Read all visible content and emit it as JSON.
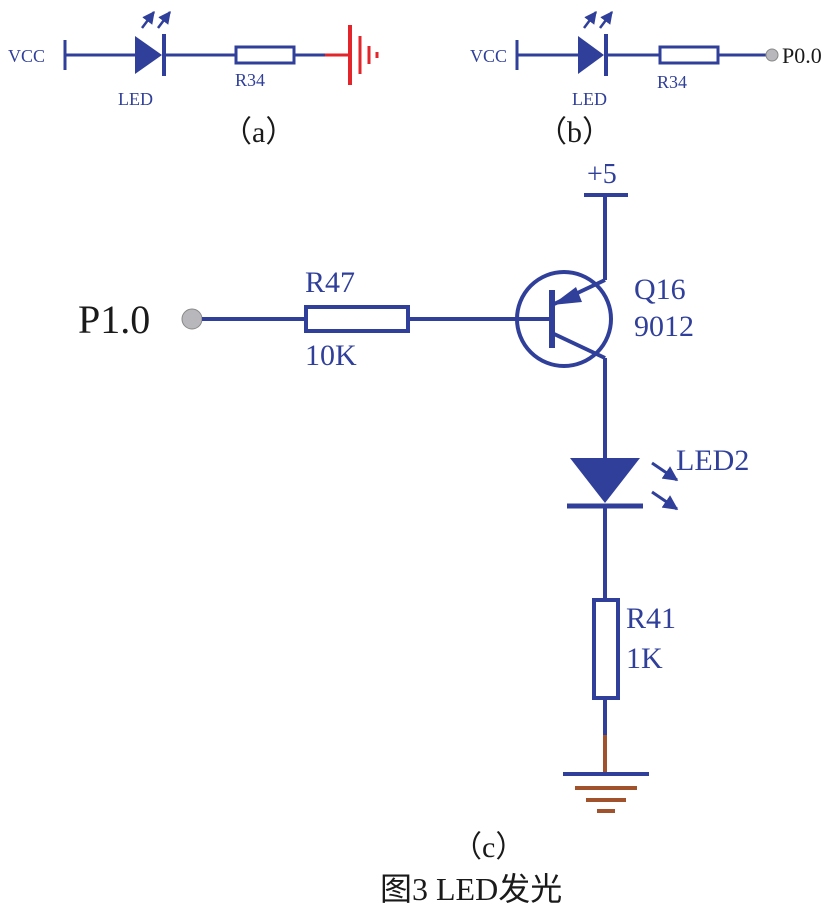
{
  "figure": {
    "caption": "图3 LED发光",
    "colors": {
      "wire": "#2f3f9a",
      "ground_red": "#e2252b",
      "ground_brown": "#a0522d",
      "pad": "#b8b8bc",
      "caption": "#1a1a1a"
    }
  },
  "circuit_a": {
    "vcc_label": "VCC",
    "led_label": "LED",
    "resistor_label": "R34",
    "sublabel": "（a）"
  },
  "circuit_b": {
    "vcc_label": "VCC",
    "led_label": "LED",
    "resistor_label": "R34",
    "port_label": "P0.0",
    "sublabel": "（b）"
  },
  "circuit_c": {
    "supply_label": "+5",
    "input_port_label": "P1.0",
    "base_resistor": {
      "name": "R47",
      "value": "10K"
    },
    "transistor": {
      "name": "Q16",
      "part": "9012"
    },
    "led_label": "LED2",
    "load_resistor": {
      "name": "R41",
      "value": "1K"
    },
    "sublabel": "（c）"
  }
}
